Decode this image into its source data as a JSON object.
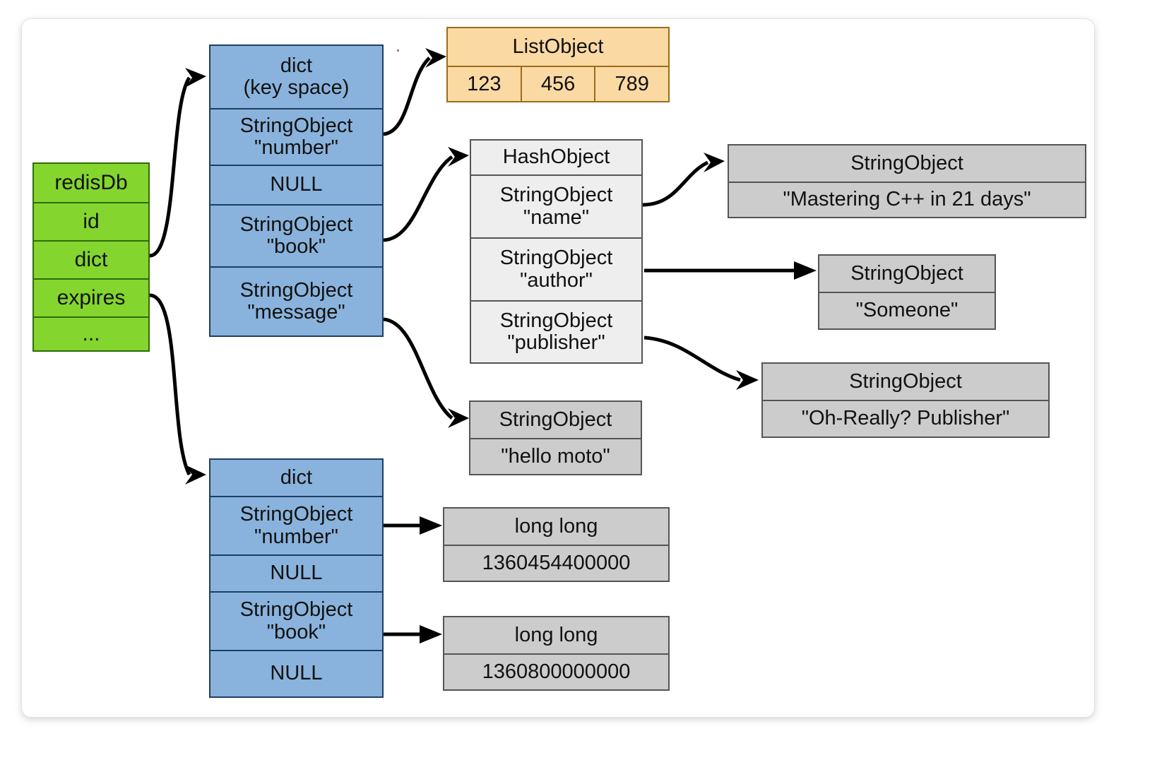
{
  "diagram": {
    "title": "redisDb key space object graph",
    "colors": {
      "green": "#84d52e",
      "blue": "#89b3dc",
      "orange": "#fbd9a3",
      "grey_header": "#eeeeee",
      "grey": "#cccccc",
      "stroke": "#2f2f2f",
      "background": "#ffffff"
    }
  },
  "redisdb": {
    "name": "redisDb-struct",
    "rows": [
      "redisDb",
      "id",
      "dict",
      "expires",
      "..."
    ]
  },
  "keyspace_dict": {
    "name": "dict-key-space",
    "rows": [
      "dict\n(key space)",
      "StringObject\n\"number\"",
      "NULL",
      "StringObject\n\"book\"",
      "StringObject\n\"message\""
    ]
  },
  "expires_dict": {
    "name": "dict-expires",
    "rows": [
      "dict",
      "StringObject\n\"number\"",
      "NULL",
      "StringObject\n\"book\"",
      "NULL"
    ]
  },
  "list_object": {
    "header": "ListObject",
    "values": [
      "123",
      "456",
      "789"
    ]
  },
  "hash_object": {
    "rows": [
      "HashObject",
      "StringObject\n\"name\"",
      "StringObject\n\"author\"",
      "StringObject\n\"publisher\""
    ]
  },
  "string_objects": {
    "name_value": {
      "header": "StringObject",
      "value": "\"Mastering C++ in 21 days\""
    },
    "author_value": {
      "header": "StringObject",
      "value": "\"Someone\""
    },
    "publisher_value": {
      "header": "StringObject",
      "value": "\"Oh-Really? Publisher\""
    },
    "message_value": {
      "header": "StringObject",
      "value": "\"hello moto\""
    }
  },
  "long_longs": {
    "number_expire": {
      "header": "long long",
      "value": "1360454400000"
    },
    "book_expire": {
      "header": "long long",
      "value": "1360800000000"
    }
  }
}
